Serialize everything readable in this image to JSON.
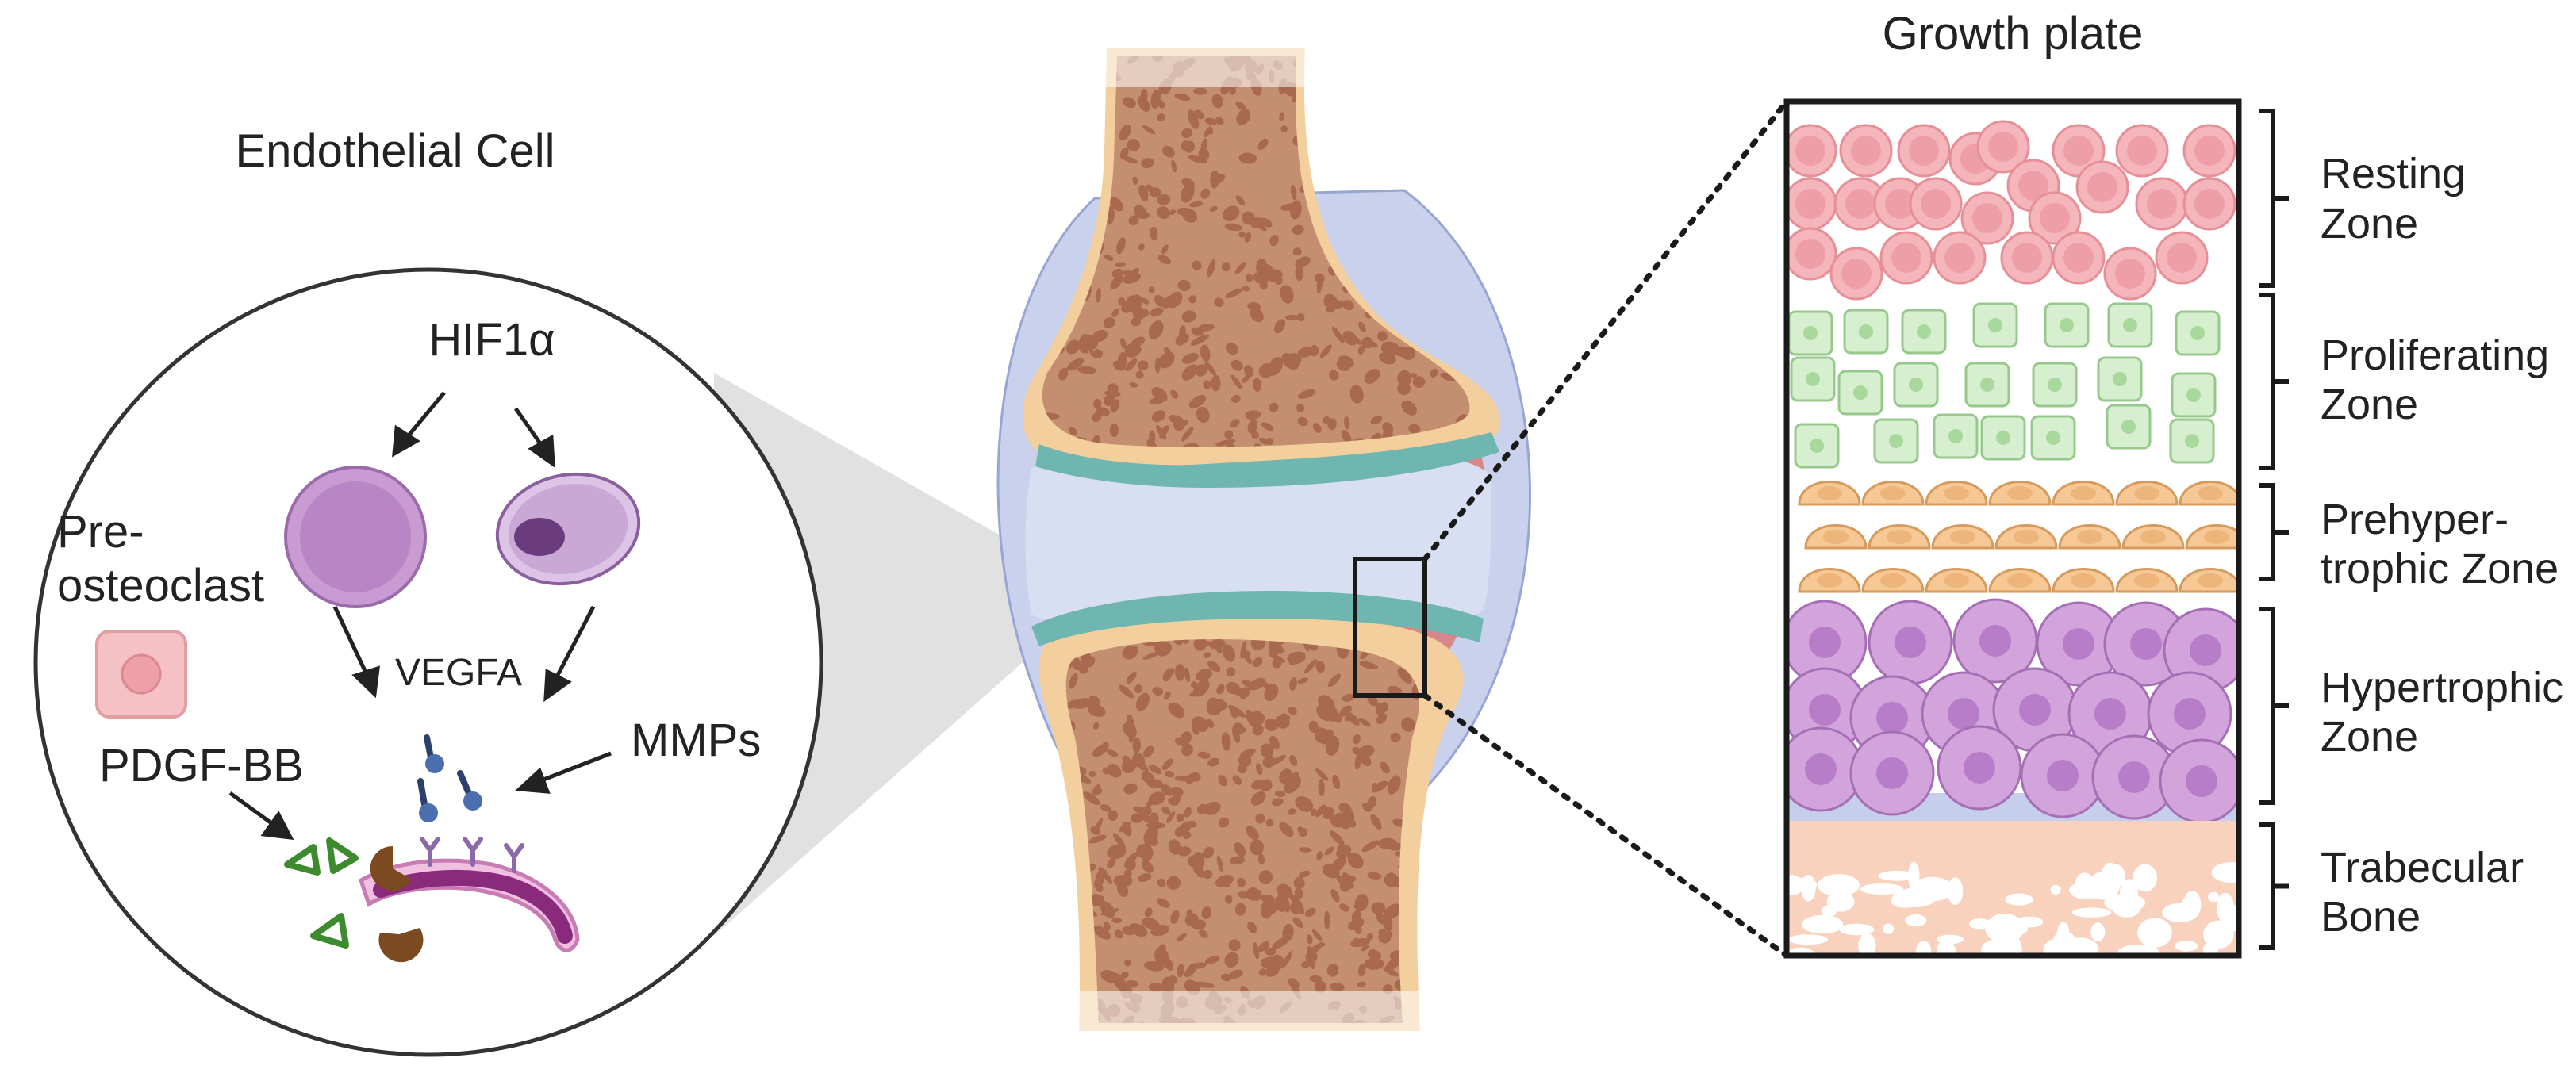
{
  "labels": {
    "endothelial_cell": "Endothelial Cell",
    "hif1a": "HIF1α",
    "pre": "Pre-",
    "osteoclast": "osteoclast",
    "vegfa": "VEGFA",
    "pdgf_bb": "PDGF-BB",
    "mmps": "MMPs",
    "growth_plate": "Growth plate"
  },
  "zones": [
    {
      "line1": "Resting",
      "line2": "Zone"
    },
    {
      "line1": "Proliferating",
      "line2": "Zone"
    },
    {
      "line1": "Prehyper-",
      "line2": "trophic Zone"
    },
    {
      "line1": "Hypertrophic",
      "line2": "Zone"
    },
    {
      "line1": "Trabecular",
      "line2": "Bone"
    }
  ],
  "colors": {
    "bone_outer": "#f2cf9c",
    "bone_inner": "#c48f71",
    "bone_pores": "#a8694f",
    "cartilage_teal": "#6fb6b0",
    "synovial_fluid": "#d9dff2",
    "capsule_red": "#d9868a",
    "capsule_blue": "#b7c3e6",
    "resting_cell": "#f4b6bb",
    "proliferating_cell": "#d6f0cf",
    "prehypertrophic_cell": "#f6c896",
    "hypertrophic_cell": "#d3a3dc",
    "trabecular": "#f9d2bd",
    "vessel": "#8a2a7d",
    "receptor": "#8a6aa8",
    "pdgf_triangle": "#3e8a2f",
    "mmp": "#7c4a20",
    "vegfa_ligand": "#4b6fae"
  }
}
